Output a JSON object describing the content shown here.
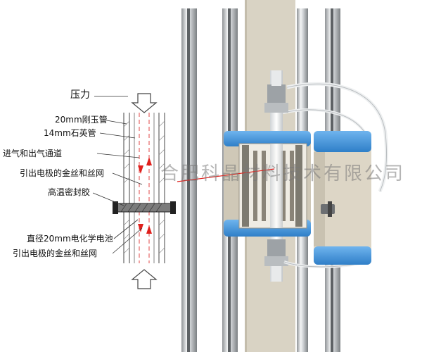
{
  "diagram": {
    "labels": {
      "pressure": "压力",
      "alumina_tube": "20mm刚玉管",
      "quartz_tube": "14mm石英管",
      "gas_channel": "进气和出气通道",
      "electrode_top": "引出电极的金丝和丝网",
      "sealant": "高温密封胶",
      "cell": "直径20mm电化学电池",
      "electrode_bottom": "引出电极的金丝和丝网"
    },
    "watermark": "合肥科晶材料技术有限公司"
  },
  "colors": {
    "furnace_blue": "#3a8fd8",
    "furnace_body": "#ddd6c6",
    "flow_arrow": "#e0201c",
    "backplate": "#d9d3c4"
  }
}
